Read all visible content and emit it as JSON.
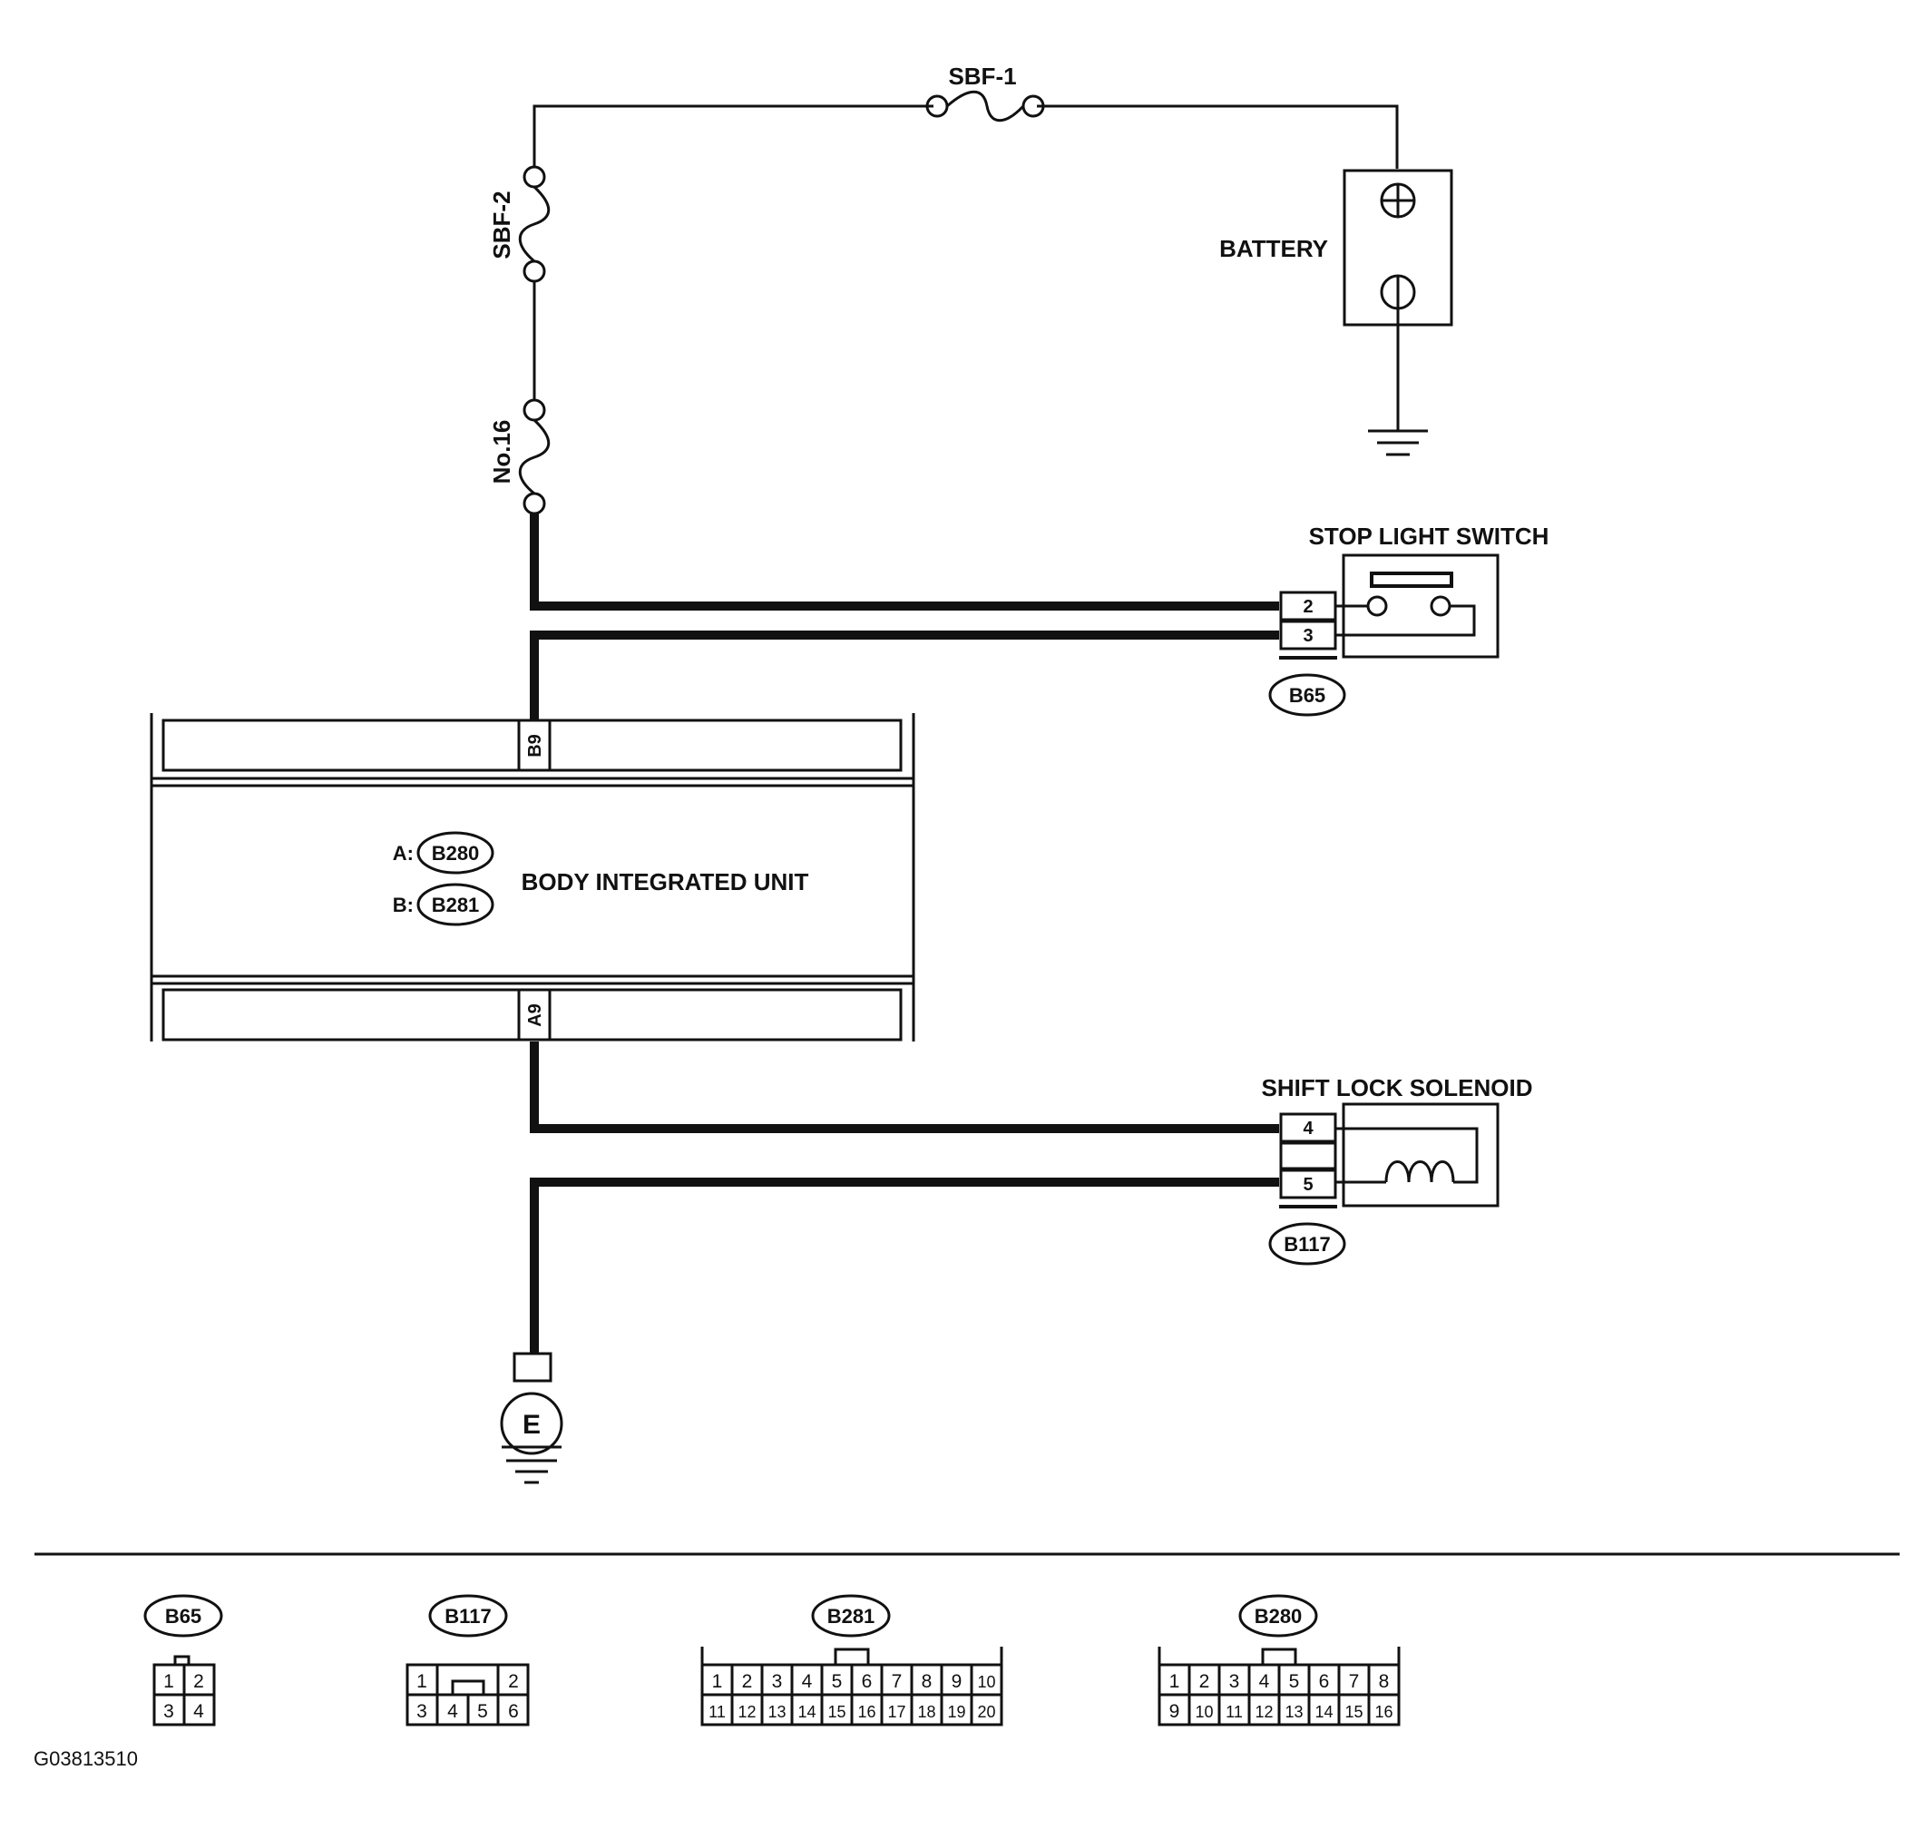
{
  "labels": {
    "sbf1": "SBF-1",
    "sbf2": "SBF-2",
    "no16": "No.16",
    "battery": "BATTERY",
    "stop_light_switch": "STOP LIGHT SWITCH",
    "shift_lock_solenoid": "SHIFT LOCK SOLENOID",
    "body_integrated_unit": "BODY INTEGRATED UNIT",
    "ground_E": "E",
    "figure_code": "G03813510"
  },
  "biu": {
    "conn_a_prefix": "A:",
    "conn_a_id": "B280",
    "conn_b_prefix": "B:",
    "conn_b_id": "B281",
    "pin_top": "B9",
    "pin_bottom": "A9"
  },
  "stop_light_switch": {
    "connector": "B65",
    "pin_upper": "2",
    "pin_lower": "3"
  },
  "shift_lock_solenoid": {
    "connector": "B117",
    "pin_upper": "4",
    "pin_lower": "5"
  },
  "connector_views": [
    {
      "id": "B65",
      "rows": [
        [
          "1",
          "2"
        ],
        [
          "3",
          "4"
        ]
      ]
    },
    {
      "id": "B117",
      "rows": [
        [
          "1",
          "",
          "2"
        ],
        [
          "3",
          "4",
          "5",
          "6"
        ]
      ]
    },
    {
      "id": "B281",
      "rows": [
        [
          "1",
          "2",
          "3",
          "4",
          "5",
          "6",
          "7",
          "8",
          "9",
          "10"
        ],
        [
          "11",
          "12",
          "13",
          "14",
          "15",
          "16",
          "17",
          "18",
          "19",
          "20"
        ]
      ]
    },
    {
      "id": "B280",
      "rows": [
        [
          "1",
          "2",
          "3",
          "4",
          "5",
          "6",
          "7",
          "8"
        ],
        [
          "9",
          "10",
          "11",
          "12",
          "13",
          "14",
          "15",
          "16"
        ]
      ]
    }
  ],
  "colors": {
    "line": "#111111",
    "background": "#ffffff"
  }
}
